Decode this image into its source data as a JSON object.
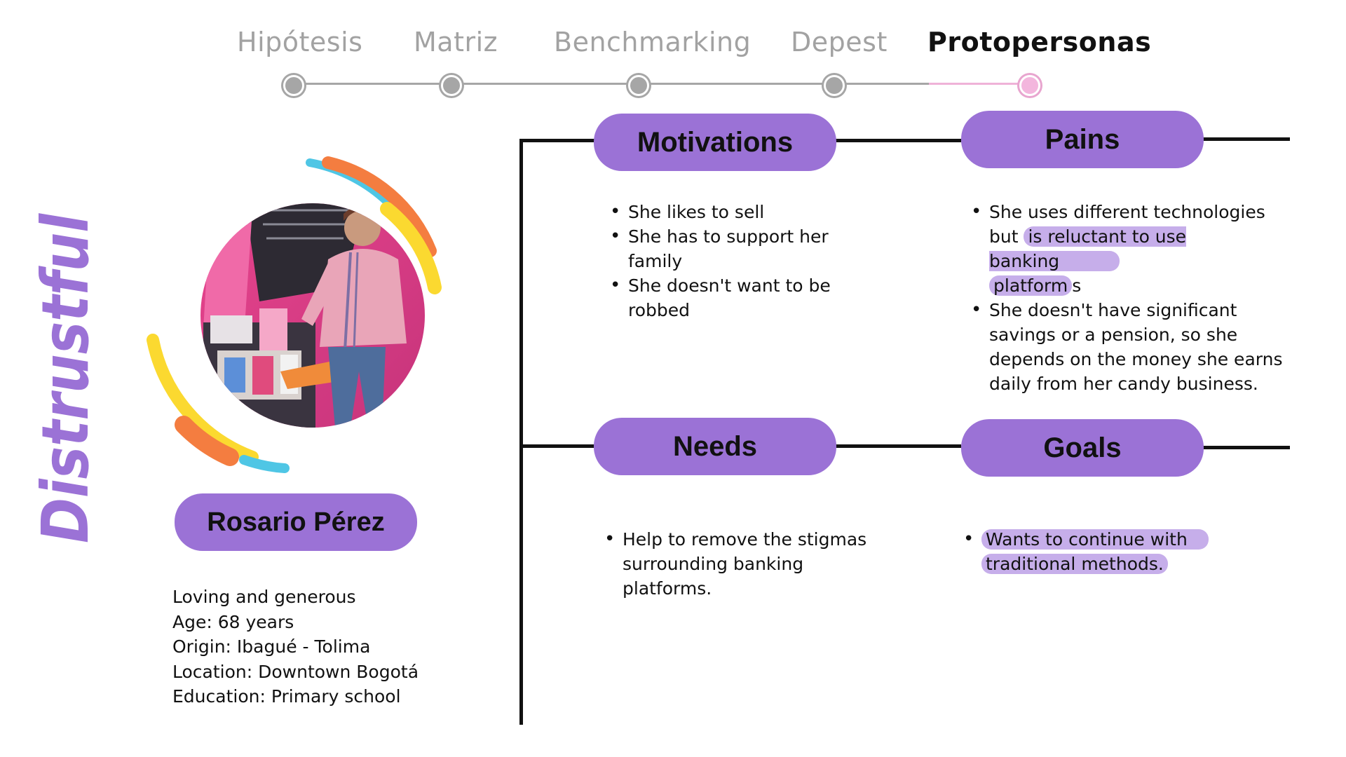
{
  "stepper": {
    "steps": [
      {
        "label": "Hipótesis",
        "active": false
      },
      {
        "label": "Matriz",
        "active": false
      },
      {
        "label": "Benchmarking",
        "active": false
      },
      {
        "label": "Depest",
        "active": false
      },
      {
        "label": "Protopersonas",
        "active": true
      }
    ]
  },
  "persona": {
    "archetype": "Distrustful",
    "name": "Rosario Pérez",
    "details": [
      "Loving and generous",
      "Age: 68 years",
      "Origin: Ibagué - Tolima",
      "Location: Downtown Bogotá",
      "Education: Primary school"
    ]
  },
  "sections": {
    "motivations": {
      "title": "Motivations",
      "items": [
        "She likes to sell",
        "She has to support her family",
        "She doesn't want to be robbed"
      ]
    },
    "pains": {
      "title": "Pains",
      "item1_text": "She uses different technologies but",
      "item1_highlight_a": "is reluctant to use banking",
      "item1_highlight_b": "platform",
      "item1_tail": "s",
      "item2": "She doesn't have significant savings or a pension, so she depends on the money she earns daily from her candy business."
    },
    "needs": {
      "title": "Needs",
      "items": [
        "Help to remove the stigmas surrounding banking platforms."
      ]
    },
    "goals": {
      "title": "Goals",
      "highlight_a": "Wants to continue with",
      "highlight_b": "traditional methods."
    }
  },
  "colors": {
    "accent_purple": "#9b72d6",
    "highlight_purple": "#c6aeea",
    "step_gray": "#a6a6a6",
    "step_active_pink": "#efb2d8",
    "arc_orange": "#f47d40",
    "arc_yellow": "#fbd930",
    "arc_blue": "#4fc6e5"
  },
  "icons": {
    "photo": "persona-photo"
  }
}
